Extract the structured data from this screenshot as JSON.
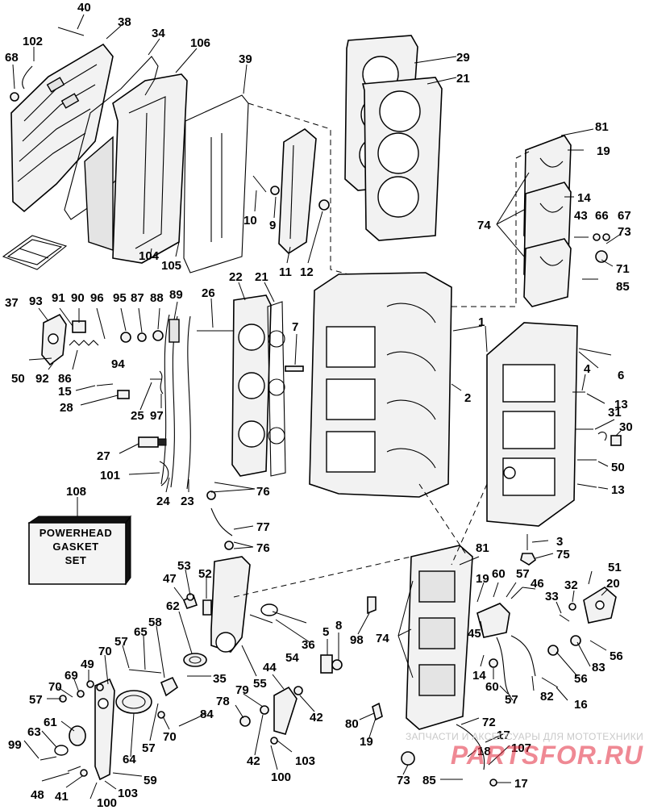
{
  "diagram": {
    "part_numbers": [
      "1",
      "2",
      "3",
      "4",
      "5",
      "6",
      "7",
      "8",
      "9",
      "10",
      "11",
      "12",
      "13",
      "14",
      "15",
      "16",
      "17",
      "18",
      "19",
      "20",
      "21",
      "22",
      "23",
      "24",
      "25",
      "26",
      "27",
      "28",
      "29",
      "30",
      "31",
      "32",
      "33",
      "34",
      "35",
      "36",
      "37",
      "38",
      "39",
      "40",
      "41",
      "42",
      "43",
      "44",
      "45",
      "46",
      "47",
      "48",
      "49",
      "50",
      "51",
      "52",
      "53",
      "54",
      "55",
      "56",
      "57",
      "58",
      "59",
      "60",
      "61",
      "62",
      "63",
      "64",
      "65",
      "66",
      "67",
      "68",
      "69",
      "70",
      "71",
      "72",
      "73",
      "74",
      "75",
      "76",
      "77",
      "78",
      "79",
      "80",
      "81",
      "82",
      "83",
      "84",
      "85",
      "86",
      "87",
      "88",
      "89",
      "90",
      "91",
      "92",
      "93",
      "94",
      "95",
      "96",
      "97",
      "98",
      "99",
      "100",
      "101",
      "102",
      "103",
      "104",
      "105",
      "106",
      "107",
      "108"
    ],
    "kit_label_number": "108",
    "kit_label_lines": [
      "POWERHEAD",
      "GASKET",
      "SET"
    ]
  },
  "watermark": {
    "caption": "ЗАПЧАСТИ И АКСЕССУАРЫ ДЛЯ МОТОТЕХНИКИ",
    "site": "PARTSFOR.RU"
  },
  "colors": {
    "ink": "#000000",
    "watermark_red": "#e1283c",
    "watermark_gray": "#c9c9c9"
  }
}
